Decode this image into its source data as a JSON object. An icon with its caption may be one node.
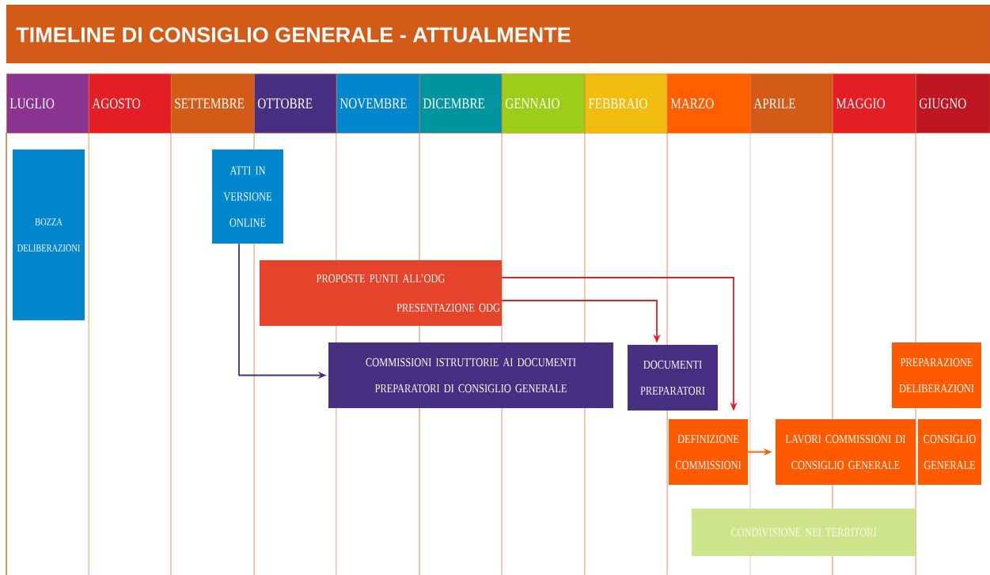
{
  "diagram": {
    "title": "TIMELINE DI CONSIGLIO GENERALE - ATTUALMENTE",
    "nodes": [
      {
        "text": [
          "LUGLIO"
        ]
      },
      {
        "text": [
          "AGOSTO"
        ]
      },
      {
        "text": [
          "SETTEMBRE"
        ]
      },
      {
        "text": [
          "OTTOBRE"
        ]
      },
      {
        "text": [
          "NOVEMBRE"
        ]
      },
      {
        "text": [
          "DICEMBRE"
        ]
      },
      {
        "text": [
          "GENNAIO"
        ]
      },
      {
        "text": [
          "FEBBRAIO"
        ]
      },
      {
        "text": [
          "MARZO"
        ]
      },
      {
        "text": [
          "APRILE"
        ]
      },
      {
        "text": [
          "MAGGIO"
        ]
      },
      {
        "text": [
          "GIUGNO"
        ]
      },
      {
        "text": [
          "BOZZA DELIBERAZIONI"
        ]
      },
      {
        "text": [
          "ATTI IN VERSIONE ONLINE"
        ]
      },
      {
        "text": [
          "PROPOSTE PUNTI ALL’ODG",
          "PRESENTAZIONE ODG"
        ]
      },
      {
        "text": [
          "COMMISSIONI ISTRUTTORIE AI DOCUMENTI PREPARATORI DI CONSIGLIO GENERALE"
        ]
      },
      {
        "text": [
          "DOCUMENTI PREPARATORI"
        ]
      },
      {
        "text": [
          "PREPARAZIONE DELIBERAZIONI"
        ]
      },
      {
        "text": [
          "DEFINIZIONE COMMISSIONI"
        ]
      },
      {
        "text": [
          "LAVORI COMMISSIONI DI CONSIGLIO GENERALE"
        ]
      },
      {
        "text": [
          "CONSIGLIO GENERALE"
        ]
      },
      {
        "text": [
          "CONDIVISIONE NEI TERRITORI"
        ]
      }
    ],
    "edges": [
      {
        "from": 13,
        "to": 15,
        "arrow": "to",
        "color": "#472f82"
      },
      {
        "from": 14,
        "to": 16,
        "arrow": "to",
        "color": "#e31e24"
      },
      {
        "from": 14,
        "to": 18,
        "arrow": "to",
        "color": "#e31e24"
      },
      {
        "from": 18,
        "to": 19,
        "arrow": "to",
        "color": "#ff5a00"
      }
    ]
  }
}
